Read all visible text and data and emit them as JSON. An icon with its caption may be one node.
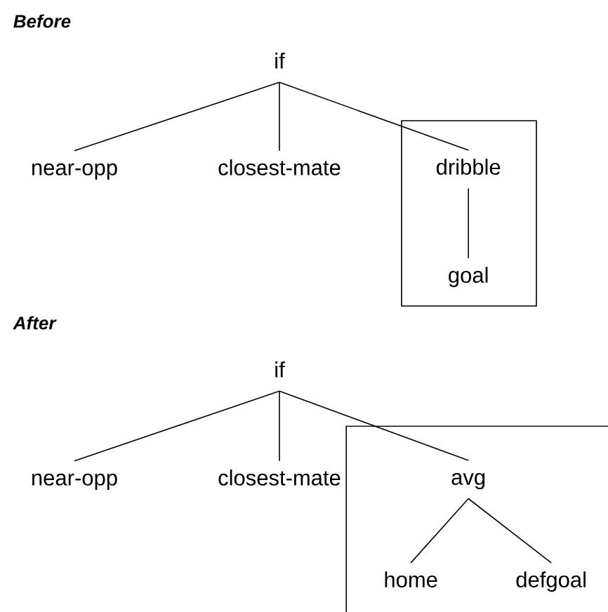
{
  "diagram": {
    "nodes": [
      {
        "text": [
          "if"
        ]
      },
      {
        "text": [
          "near-opp"
        ]
      },
      {
        "text": [
          "closest-mate"
        ]
      },
      {
        "text": [],
        "shape": "box"
      },
      {
        "text": [
          "dribble"
        ],
        "in": 3
      },
      {
        "text": [
          "goal"
        ],
        "in": 3
      },
      {
        "text": [
          "if"
        ]
      },
      {
        "text": [
          "near-opp"
        ]
      },
      {
        "text": [
          "closest-mate"
        ]
      },
      {
        "text": [],
        "shape": "box"
      },
      {
        "text": [
          "avg"
        ],
        "in": 9
      },
      {
        "text": [
          "home"
        ],
        "in": 9
      },
      {
        "text": [
          "defgoal"
        ],
        "in": 9
      }
    ],
    "edges": [
      {
        "from": 0,
        "to": 1,
        "arrow": "none"
      },
      {
        "from": 0,
        "to": 2,
        "arrow": "none"
      },
      {
        "from": 0,
        "to": 4,
        "arrow": "none"
      },
      {
        "from": 4,
        "to": 5,
        "arrow": "none"
      },
      {
        "from": 6,
        "to": 7,
        "arrow": "none"
      },
      {
        "from": 6,
        "to": 8,
        "arrow": "none"
      },
      {
        "from": 6,
        "to": 10,
        "arrow": "none"
      },
      {
        "from": 10,
        "to": 11,
        "arrow": "none"
      },
      {
        "from": 10,
        "to": 12,
        "arrow": "none"
      }
    ],
    "labels": [
      "Before",
      "After"
    ]
  }
}
